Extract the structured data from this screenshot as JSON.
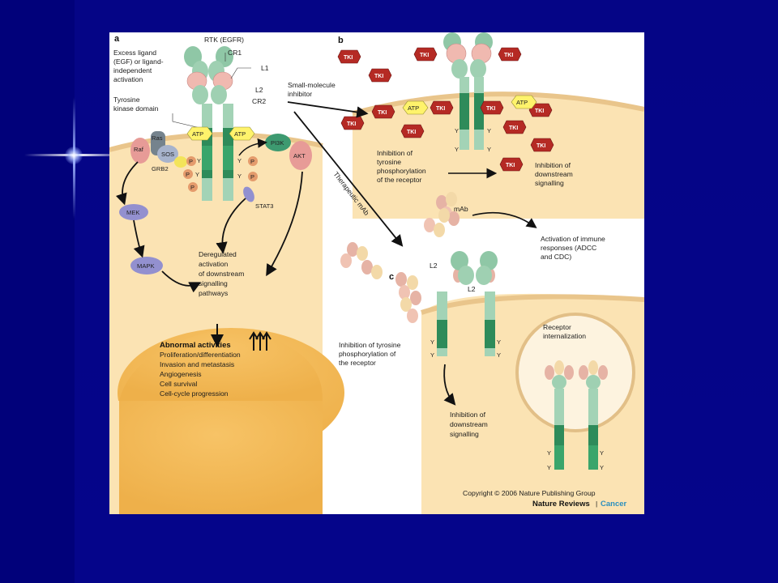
{
  "slide": {
    "background_color": "#04047e",
    "accent_glow": "#ffffff"
  },
  "figure": {
    "panel_a": {
      "label": "a",
      "rtk": "RTK (EGFR)",
      "cr1": "CR1",
      "l1": "L1",
      "l2": "L2",
      "cr2": "CR2",
      "excess_ligand": [
        "Excess ligand",
        "(EGF) or ligand-",
        "independent",
        "activation"
      ],
      "tk_domain": [
        "Tyrosine",
        "kinase domain"
      ],
      "atp": "ATP",
      "ras": "Ras",
      "raf": "Raf",
      "sos": "SOS",
      "grb2": "GRB2",
      "p": "P",
      "y": "Y",
      "pi3k": "PI3K",
      "akt": "AKT",
      "stat3": "STAT3",
      "mek": "MEK",
      "mapk": "MAPK",
      "deregulated": [
        "Deregulated",
        "activation",
        "of downstream",
        "signalling",
        "pathways"
      ],
      "abnormal_title": "Abnormal activities",
      "abnormal_items": [
        "Proliferation/differentiation",
        "Invasion and metastasis",
        "Angiogenesis",
        "Cell survival",
        "Cell-cycle progression"
      ]
    },
    "panel_b": {
      "label": "b",
      "small_molecule": [
        "Small-molecule",
        "inhibitor"
      ],
      "tki": "TKI",
      "atp": "ATP",
      "inhibition_tyrosine": [
        "Inhibition of",
        "tyrosine",
        "phosphorylation",
        "of the receptor"
      ],
      "inhibition_downstream": [
        "Inhibition of",
        "downstream",
        "signalling"
      ]
    },
    "panel_c": {
      "label": "c",
      "therapeutic_mab": "Therapeutic mAb",
      "mab": "mAb",
      "activation_immune": [
        "Activation of immune",
        "responses (ADCC",
        "and CDC)"
      ],
      "l2": "L2",
      "inhibition_tyrosine": [
        "Inhibition of tyrosine",
        "phosphorylation of",
        "the receptor"
      ],
      "receptor_internalization": [
        "Receptor",
        "internalization"
      ],
      "inhibition_downstream": [
        "Inhibition of",
        "downstream",
        "signalling"
      ]
    },
    "copyright": "Copyright © 2006 Nature Publishing Group",
    "journal": "Nature Reviews",
    "journal_separator": "|",
    "journal_section": "Cancer"
  }
}
